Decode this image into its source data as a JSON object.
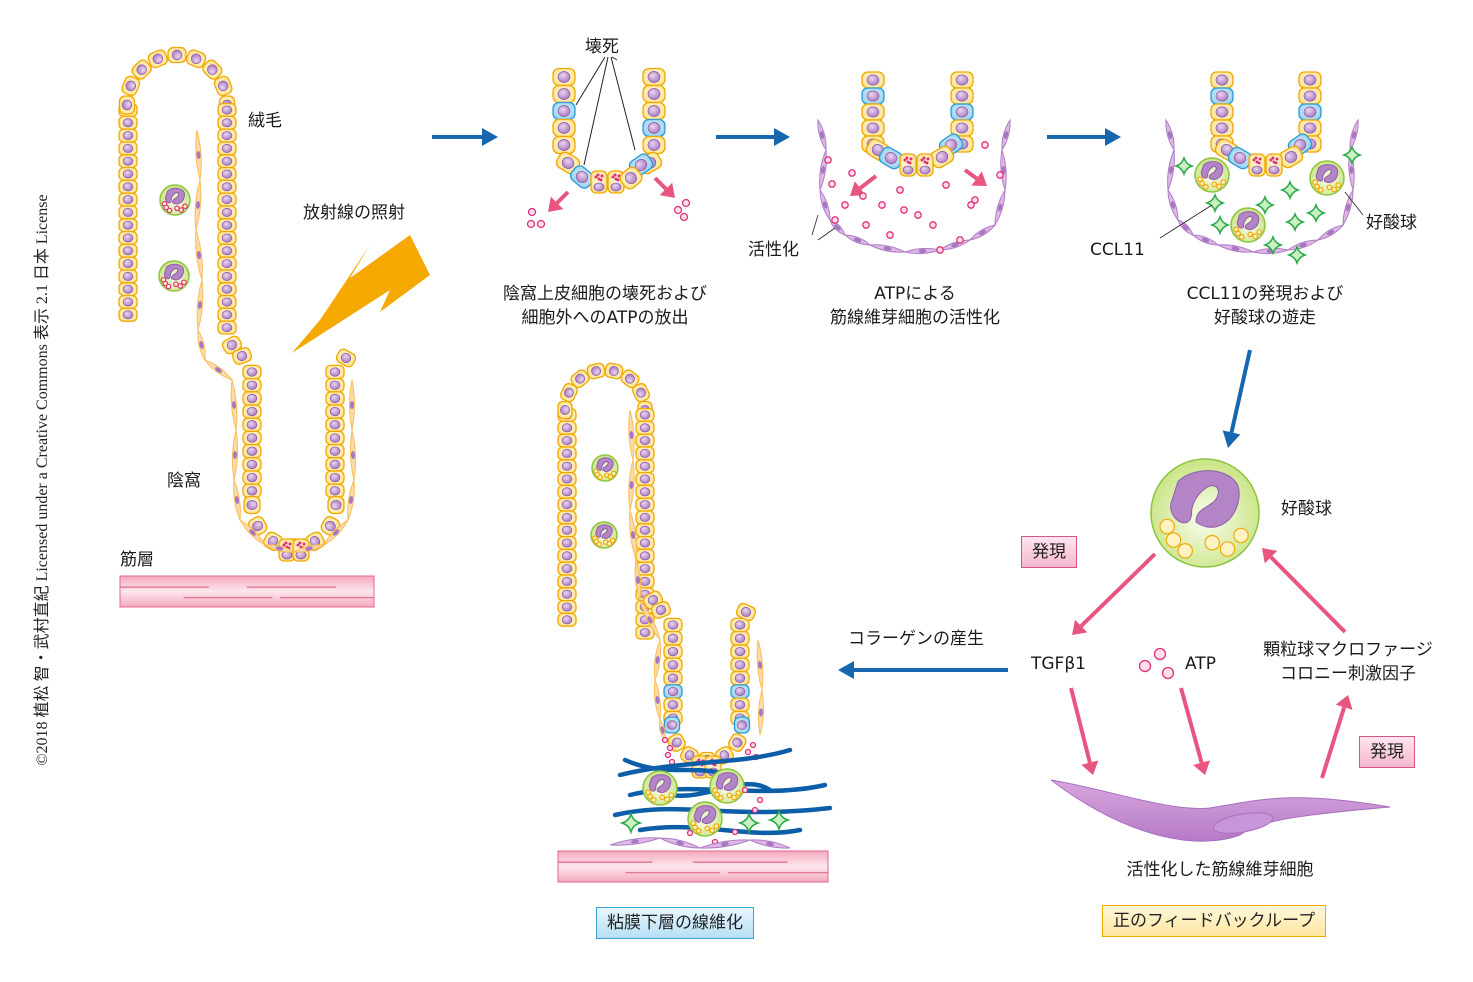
{
  "credit": "©2018 植松 智・武村直紀 Licensed under a Creative Commons 表示 2.1 日本 License",
  "panel1": {
    "villus_label": "絨毛",
    "radiation_label": "放射線の照射",
    "crypt_label": "陰窩",
    "muscle_label": "筋層"
  },
  "panel2": {
    "necrosis_label": "壊死",
    "caption_line1": "陰窩上皮細胞の壊死および",
    "caption_line2": "細胞外へのATPの放出"
  },
  "panel3": {
    "activation_label": "活性化",
    "caption_line1": "ATPによる",
    "caption_line2": "筋線維芽細胞の活性化"
  },
  "panel4": {
    "ccl11_label": "CCL11",
    "eosinophil_label": "好酸球",
    "caption_line1": "CCL11の発現および",
    "caption_line2": "好酸球の遊走"
  },
  "loop": {
    "eosinophil_label": "好酸球",
    "expression_tag_left": "発現",
    "expression_tag_right": "発現",
    "tgf_label": "TGFβ1",
    "atp_label": "ATP",
    "gmcsf_line1": "顆粒球マクロファージ",
    "gmcsf_line2": "コロニー刺激因子",
    "myofibroblast_label": "活性化した筋線維芽細胞",
    "loop_title": "正のフィードバックループ"
  },
  "fibrosis": {
    "collagen_label": "コラーゲンの産生",
    "fibrosis_title": "粘膜下層の線維化"
  },
  "colors": {
    "flow_arrow": "#1766b0",
    "pink_arrow": "#e8557e",
    "epithelium_fill": "#fde9a6",
    "epithelium_stroke": "#f0a800",
    "necrotic_fill": "#a9dcf3",
    "necrotic_stroke": "#2e9ad6",
    "nucleus": "#b98ac8",
    "eosinophil_fill": "#d7ec9c",
    "eosinophil_stroke": "#8cc43f",
    "myofibroblast": "#c99ad6",
    "fibroblast": "#f7b64a",
    "collagen": "#0d5ea8",
    "ccl11": "#2aa84a",
    "atp": "#e0307a",
    "muscle": "#f6bccb",
    "radiation": "#f5a800"
  }
}
